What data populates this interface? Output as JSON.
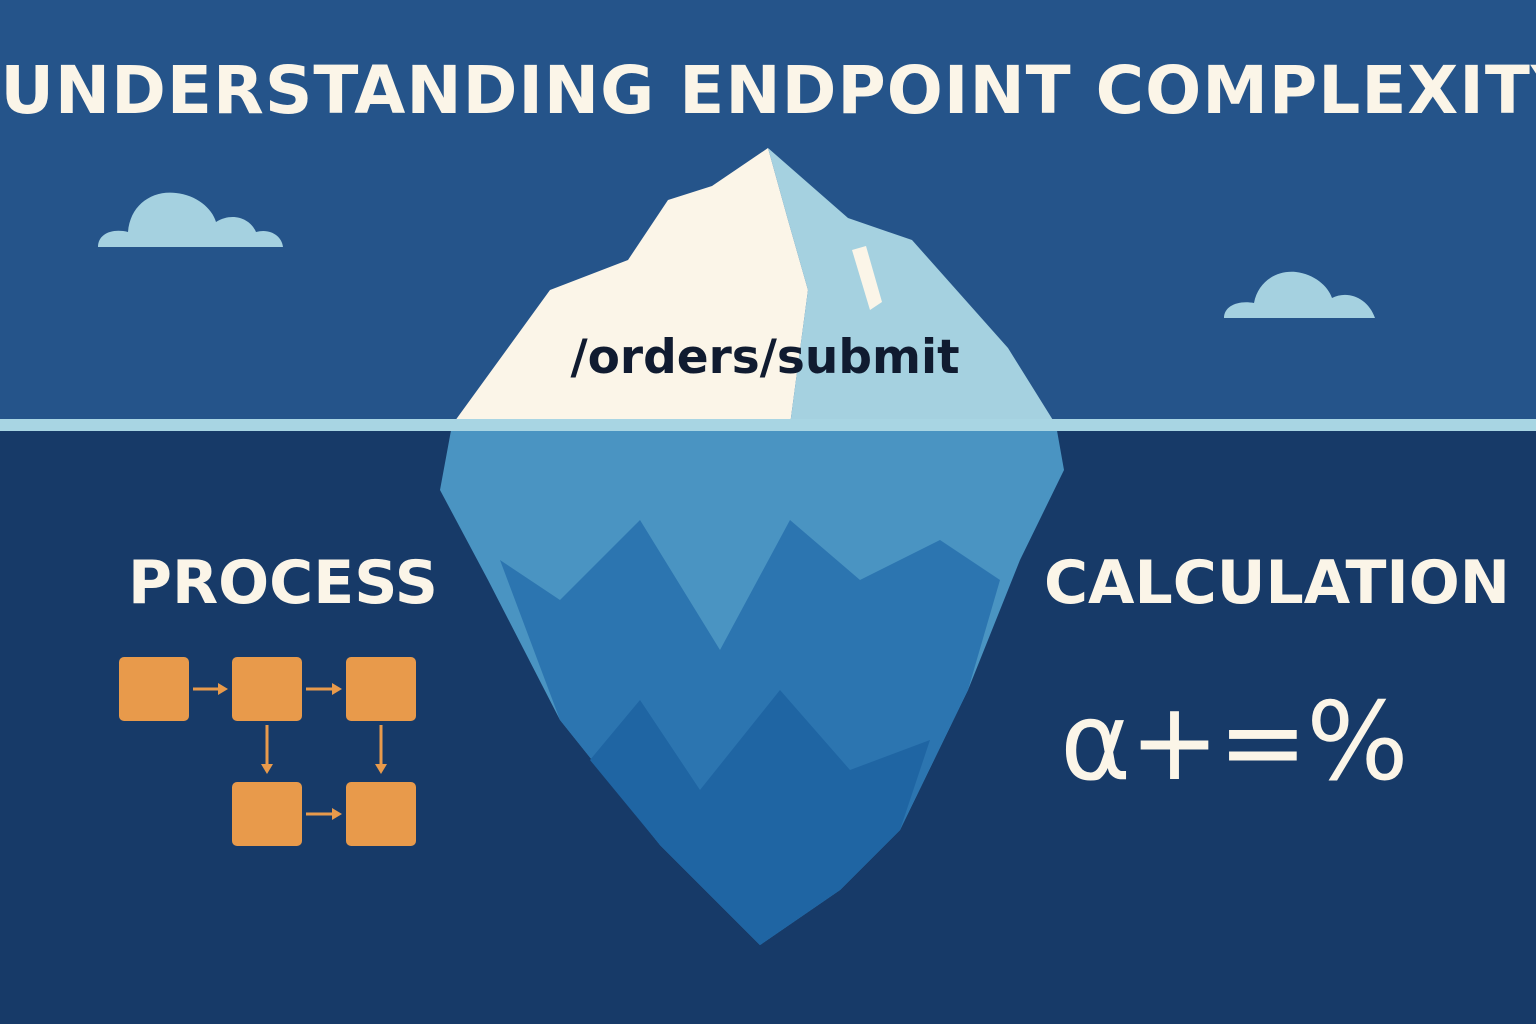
{
  "title": "UNDERSTANDING ENDPOINT COMPLEXITY",
  "iceberg": {
    "tip_label": "/orders/submit"
  },
  "left_panel": {
    "label": "PROCESS",
    "icon": "flowchart-icon"
  },
  "right_panel": {
    "label": "CALCULATION",
    "formula": "α+=%"
  },
  "colors": {
    "sky": "#25548a",
    "water": "#173a68",
    "waterline": "#a8d5e3",
    "ice_light": "#fbf5e8",
    "ice_shadow": "#a5d1e0",
    "ice_underwater": "#4a94c2",
    "ice_deep": "#2c75b0",
    "flow_box": "#e89a4b",
    "cloud": "#a5d1e0",
    "text": "#fbf5e8"
  }
}
